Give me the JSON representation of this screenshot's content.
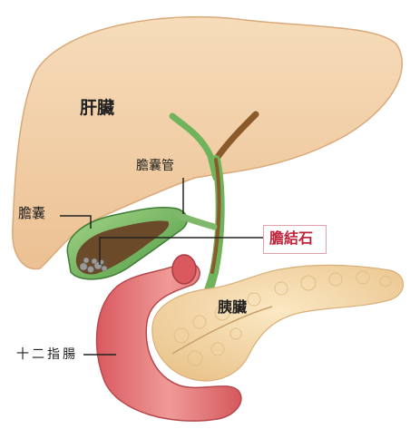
{
  "labels": {
    "liver": "肝臟",
    "cystic_duct": "膽囊管",
    "gallbladder": "膽囊",
    "gallstone": "膽結石",
    "pancreas": "胰臟",
    "duodenum": "十二指腸"
  },
  "colors": {
    "liver": "#f2cfa6",
    "liver_outline": "#d9a97a",
    "bile_duct": "#8b5a2b",
    "gallbladder": "#7fb86a",
    "gallbladder_inner": "#6b4a2a",
    "stones": "#8a8a8a",
    "duodenum": "#e07a7a",
    "pancreas": "#f3d9a8",
    "gallstone_label": "#c0243a"
  }
}
